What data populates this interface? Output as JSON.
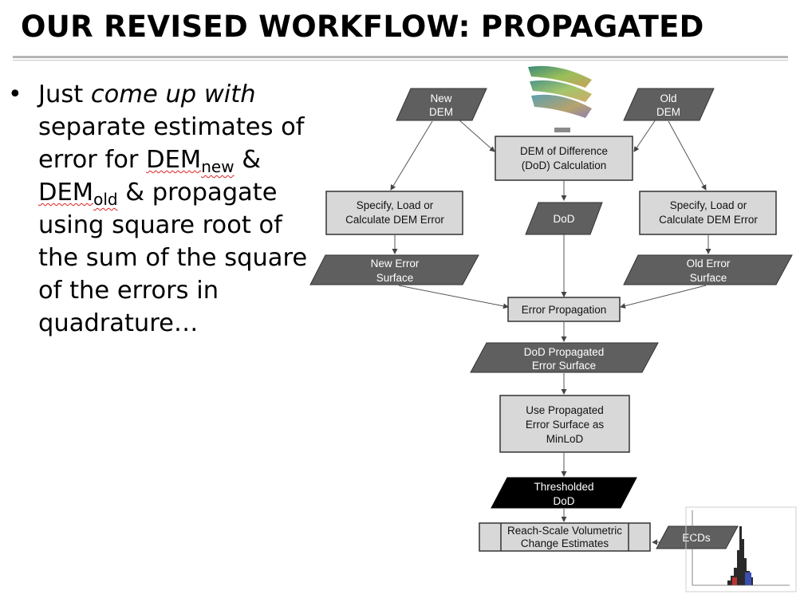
{
  "slide": {
    "title": "OUR REVISED WORKFLOW: PROPAGATED",
    "bullet": {
      "t1": "Just ",
      "t2": "come up with",
      "t3": " separate estimates of error for ",
      "dem1": "DEM",
      "sub1": "new",
      "t4": " & ",
      "dem2": "DEM",
      "sub2": "old",
      "t5": " & propagate using square root of the sum of the square of the errors in quadrature…"
    }
  },
  "flowchart": {
    "new_dem": [
      "New",
      "DEM"
    ],
    "old_dem": [
      "Old",
      "DEM"
    ],
    "dod_calc": [
      "DEM of Difference",
      "(DoD) Calculation"
    ],
    "specify_left": [
      "Specify, Load or",
      "Calculate DEM Error"
    ],
    "specify_right": [
      "Specify, Load or",
      "Calculate DEM Error"
    ],
    "dod": "DoD",
    "new_error": [
      "New Error",
      "Surface"
    ],
    "old_error": [
      "Old Error",
      "Surface"
    ],
    "error_propagation": "Error Propagation",
    "dod_propagated": [
      "DoD Propagated",
      "Error Surface"
    ],
    "use_propagated": [
      "Use Propagated",
      "Error Surface as",
      "MinLoD"
    ],
    "thresholded": [
      "Thresholded",
      "DoD"
    ],
    "reach_scale": [
      "Reach-Scale Volumetric",
      "Change Estimates"
    ],
    "ecds": "ECDs"
  },
  "colors": {
    "dark_shape": "#5f5f5f",
    "black_shape": "#000000",
    "light_box": "#d8d8d8",
    "stroke": "#333333"
  }
}
